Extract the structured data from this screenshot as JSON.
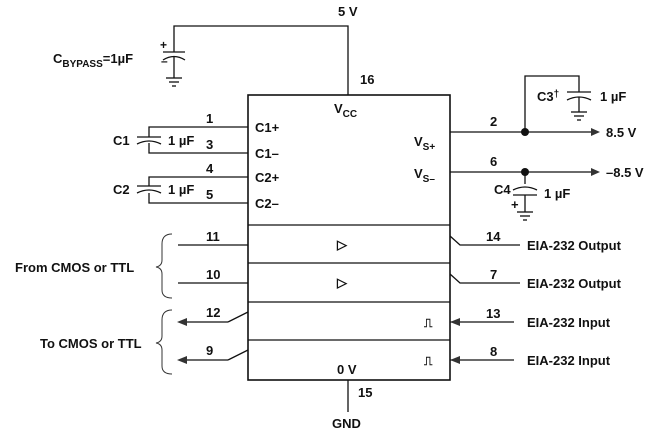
{
  "power": {
    "vcc_supply": "5 V",
    "gnd_supply": "GND",
    "bypass_cap": {
      "name": "C",
      "sub": "BYPASS",
      "value": "=1µF",
      "plus": "+",
      "minus": "–"
    }
  },
  "chip": {
    "vcc_label": "V",
    "vcc_sub": "CC",
    "ov_label": "0 V",
    "pin_vcc": "16",
    "pin_gnd": "15",
    "pins_left": {
      "c1p": {
        "pin": "1",
        "label": "C1+"
      },
      "c1m": {
        "pin": "3",
        "label": "C1–"
      },
      "c2p": {
        "pin": "4",
        "label": "C2+"
      },
      "c2m": {
        "pin": "5",
        "label": "C2–"
      }
    },
    "vs_plus": {
      "label": "V",
      "sub": "S+",
      "pin": "2"
    },
    "vs_minus": {
      "label": "V",
      "sub": "S–",
      "pin": "6"
    }
  },
  "capacitors": {
    "c1": {
      "name": "C1",
      "value": "1 µF"
    },
    "c2": {
      "name": "C2",
      "value": "1 µF"
    },
    "c3": {
      "name": "C3",
      "dagger": "†",
      "value": "1 µF"
    },
    "c4": {
      "name": "C4",
      "value": "1 µF",
      "plus": "+"
    }
  },
  "rails": {
    "positive": "8.5 V",
    "negative": "–8.5 V"
  },
  "groups": {
    "from_cmos": "From CMOS or TTL",
    "to_cmos": "To CMOS or TTL"
  },
  "channels": [
    {
      "in_pin": "11",
      "out_pin": "14",
      "signal": "EIA-232 Output",
      "symbol": "▷"
    },
    {
      "in_pin": "10",
      "out_pin": "7",
      "signal": "EIA-232 Output",
      "symbol": "▷"
    },
    {
      "in_pin": "12",
      "out_pin": "13",
      "signal": "EIA-232 Input",
      "symbol": "⎍"
    },
    {
      "in_pin": "9",
      "out_pin": "8",
      "signal": "EIA-232 Input",
      "symbol": "⎍"
    }
  ]
}
